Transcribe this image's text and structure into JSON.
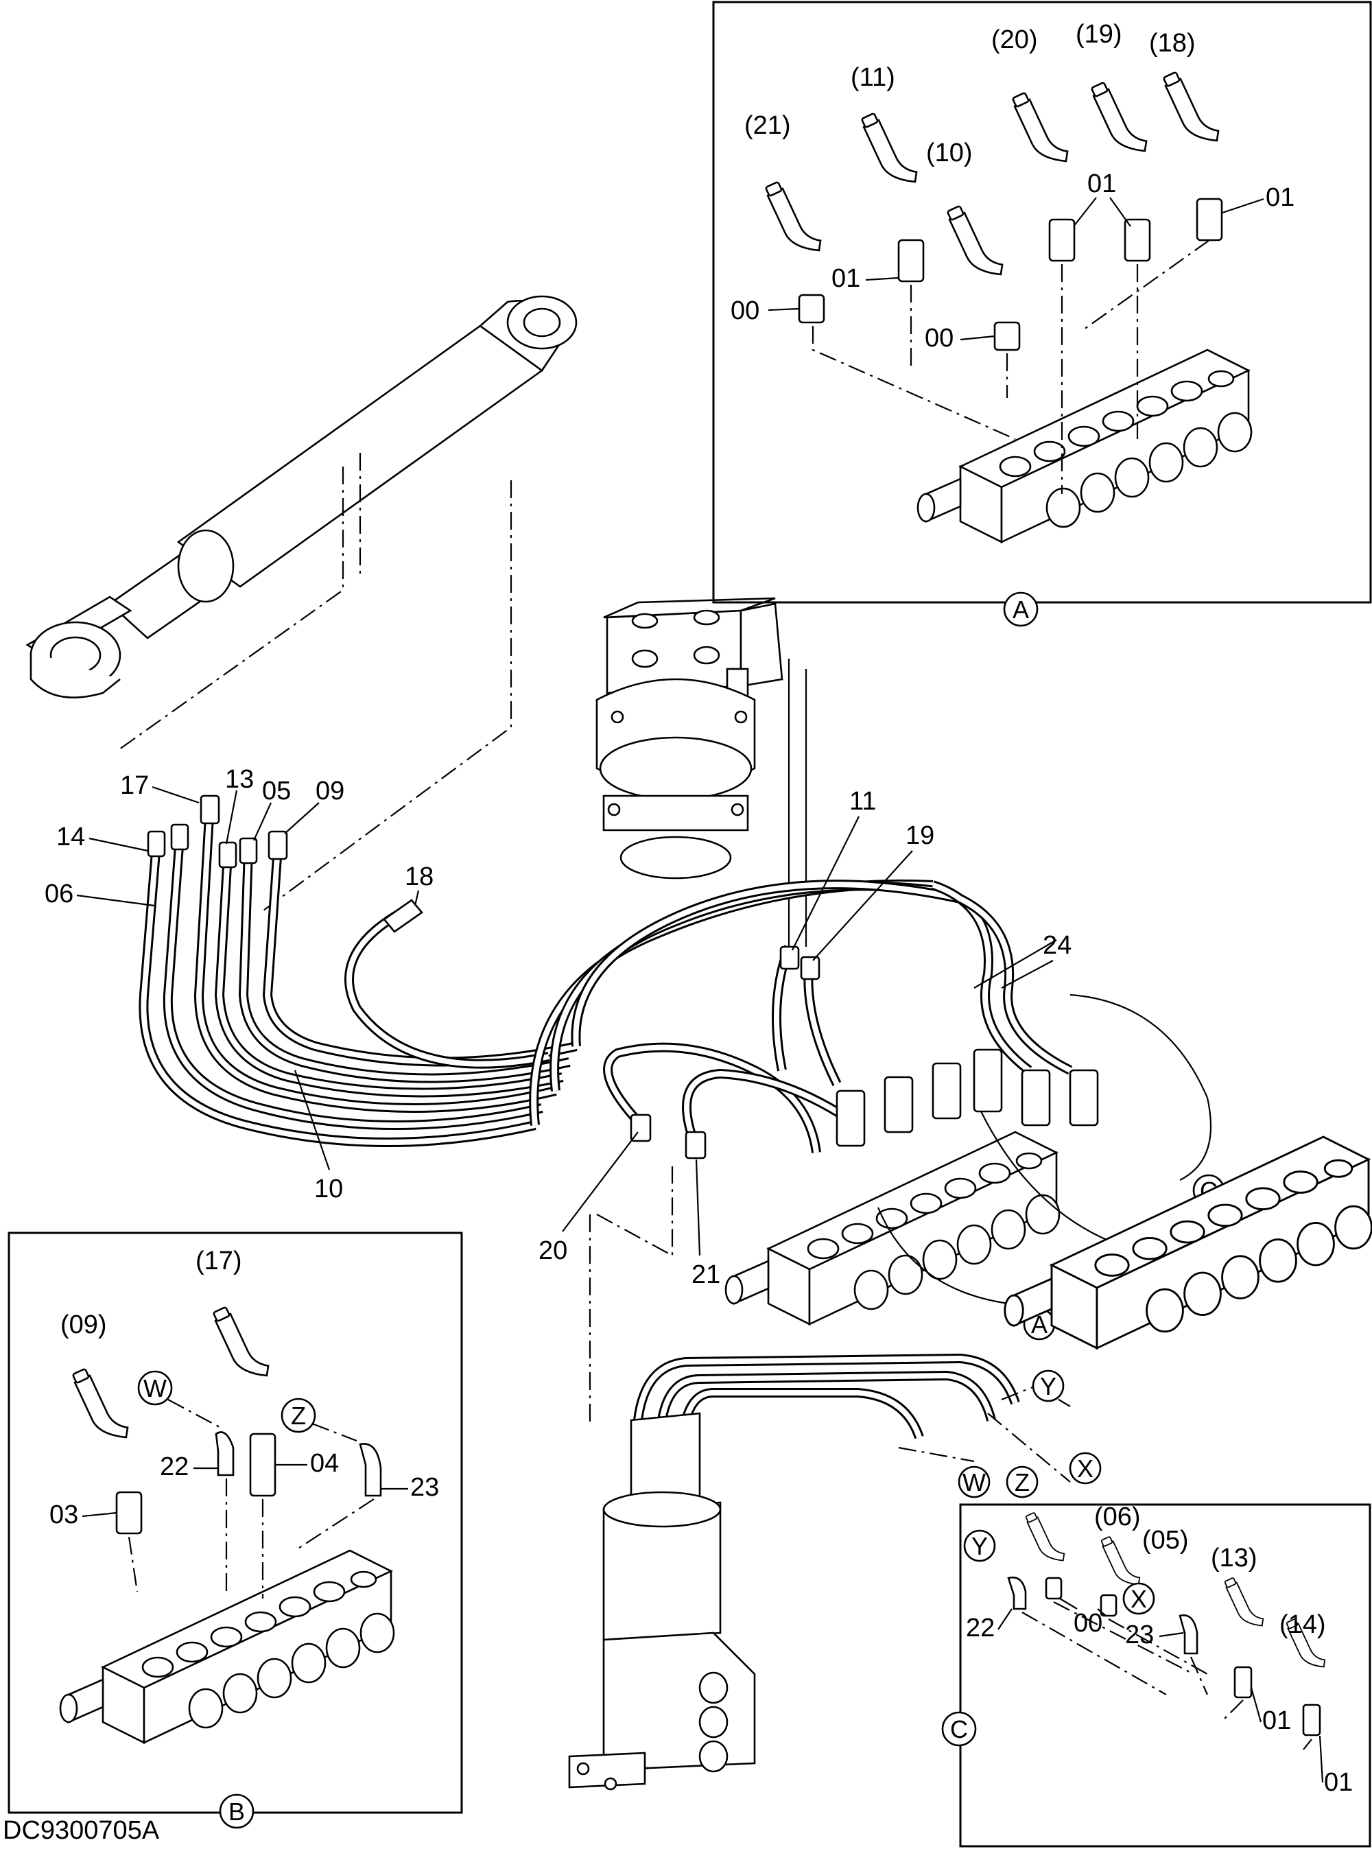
{
  "drawing_code": "DC9300705A",
  "main_labels": {
    "l17": "17",
    "l13": "13",
    "l05": "05",
    "l09": "09",
    "l14": "14",
    "l06": "06",
    "l18": "18",
    "l10": "10",
    "l11": "11",
    "l19": "19",
    "l24": "24",
    "l20": "20",
    "l21": "21"
  },
  "view_markers": {
    "A": "A",
    "B": "B",
    "C": "C",
    "W": "W",
    "X": "X",
    "Y": "Y",
    "Z": "Z"
  },
  "detail_a": {
    "marker": "A",
    "hoses": [
      "(21)",
      "(11)",
      "(10)",
      "(20)",
      "(19)",
      "(18)"
    ],
    "fittings": [
      "00",
      "01",
      "00",
      "01",
      "01"
    ]
  },
  "detail_b": {
    "marker": "B",
    "hoses": [
      "(17)",
      "(09)"
    ],
    "ports": [
      "W",
      "Z"
    ],
    "fittings": [
      "22",
      "04",
      "03",
      "23"
    ]
  },
  "detail_c": {
    "marker": "C",
    "hoses": [
      "(06)",
      "(05)",
      "(13)",
      "(14)"
    ],
    "ports": [
      "Y",
      "X"
    ],
    "fittings": [
      "22",
      "00",
      "23",
      "01",
      "01"
    ]
  }
}
